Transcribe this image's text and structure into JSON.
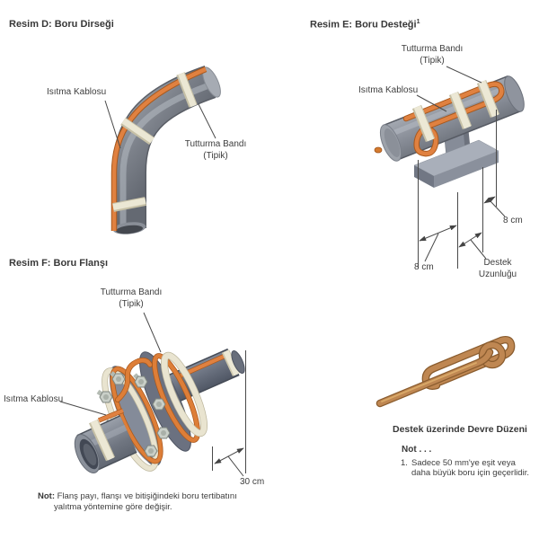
{
  "figure_d": {
    "title": "Resim D: Boru Dirseği",
    "label_heating_cable": "Isıtma Kablosu",
    "label_band_line1": "Tutturma Bandı",
    "label_band_line2": "(Tipik)"
  },
  "figure_e": {
    "title": "Resim E: Boru Desteği",
    "title_footnote": "1",
    "label_band_line1": "Tutturma Bandı",
    "label_band_line2": "(Tipik)",
    "label_heating_cable": "Isıtma Kablosu",
    "dim_8cm_right": "8 cm",
    "dim_8cm_left": "8 cm",
    "dim_support_line1": "Destek",
    "dim_support_line2": "Uzunluğu"
  },
  "figure_f": {
    "title": "Resim F: Boru Flanşı",
    "label_band_line1": "Tutturma Bandı",
    "label_band_line2": "(Tipik)",
    "label_heating_cable": "Isıtma Kablosu",
    "dim_30cm": "30 cm",
    "note_prefix": "Not:",
    "note_rest": " Flanş payı, flanşı ve bitişiğindeki boru tertibatını",
    "note_line2": "yalıtma yöntemine göre değişir."
  },
  "circuit": {
    "caption": "Destek üzerinde Devre Düzeni",
    "note_heading": "Not . . .",
    "item_number": "1.",
    "item_line1": "Sadece 50 mm'ye eşit veya",
    "item_line2": "daha büyük boru için geçerlidir."
  },
  "colors": {
    "pipe_gray": "#868b95",
    "pipe_dark": "#565a63",
    "pipe_blue_dark": "#666d7b",
    "cable_orange": "#e08140",
    "cable_orange_dark": "#a8581d",
    "band_cream": "#ece8d5",
    "band_cream_shadow": "#c6c0a6",
    "support_gray": "#a9afba",
    "bolt_gray": "#c9cfc8",
    "wire_copper": "#bf8752",
    "wire_copper_dark": "#8a5c2e",
    "line_color": "#4a4a4a",
    "text_color": "#3d3d3d"
  }
}
